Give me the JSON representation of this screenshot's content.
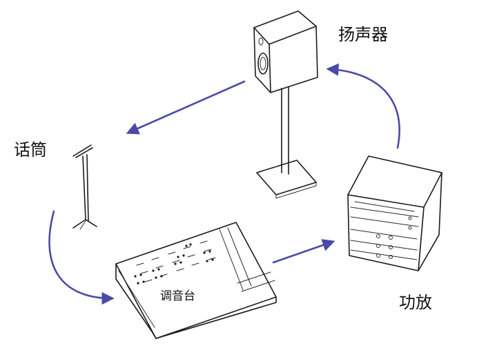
{
  "labels": {
    "speaker": "扬声器",
    "microphone": "话筒",
    "mixer": "调音台",
    "amplifier": "功放"
  },
  "colors": {
    "arrow": "#4a4aa8",
    "sketch": "#1a1a1a",
    "background": "#ffffff"
  },
  "flow": [
    {
      "from": "microphone",
      "to": "mixer"
    },
    {
      "from": "mixer",
      "to": "amplifier"
    },
    {
      "from": "amplifier",
      "to": "speaker"
    },
    {
      "from": "speaker",
      "to": "microphone"
    }
  ]
}
